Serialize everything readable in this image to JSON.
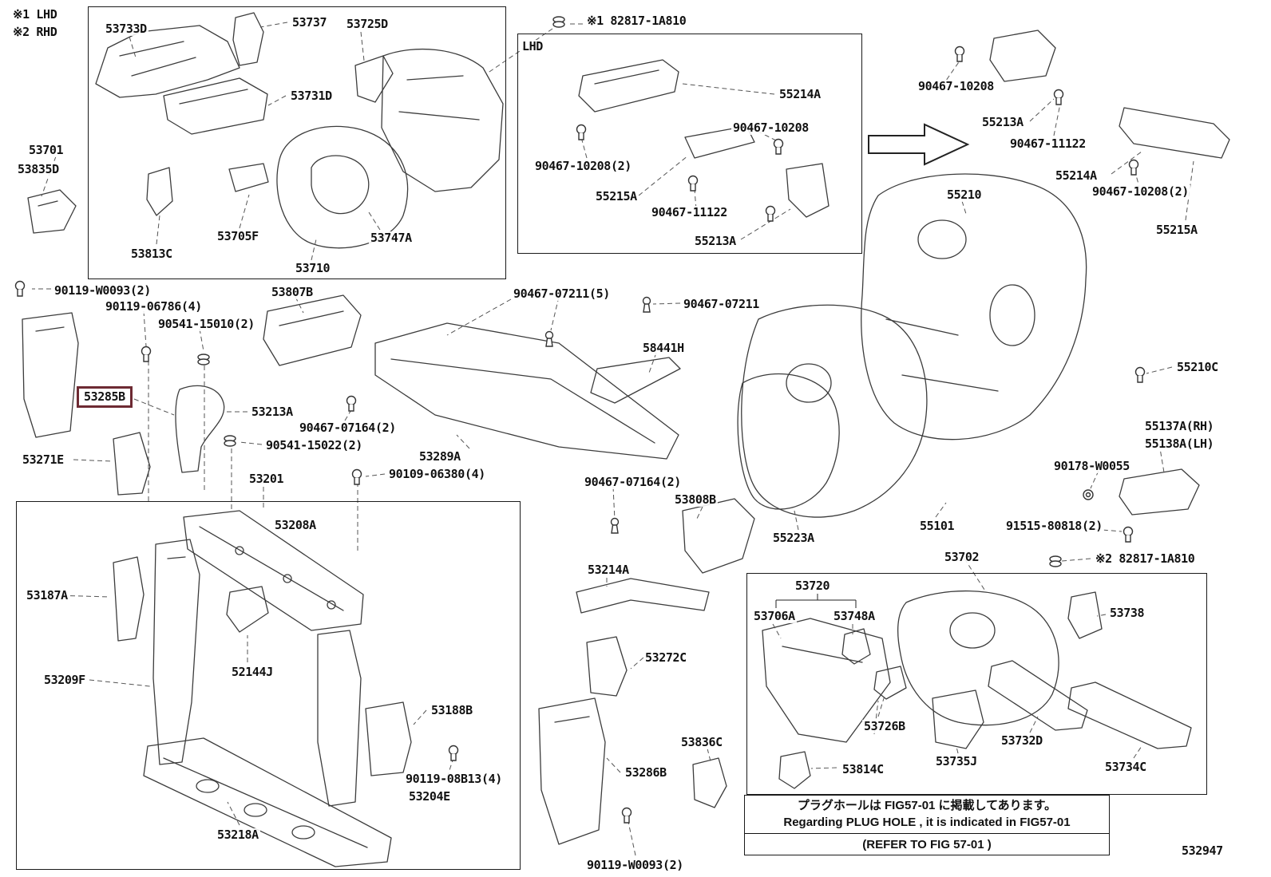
{
  "title": "Toyota front body panel parts diagram",
  "figure_number": "532947",
  "colors": {
    "highlight_border": "#6d2a33",
    "line": "#3c3c3c"
  },
  "note_box": {
    "jp": "プラグホールは FIG57-01 に掲載してあります。",
    "en": "Regarding PLUG HOLE , it is indicated in FIG57-01",
    "ref": "(REFER TO FIG 57-01 )"
  },
  "highlighted_part": "53285B",
  "labels": [
    {
      "text": "※1 LHD"
    },
    {
      "text": "※2 RHD"
    },
    {
      "text": "53733D"
    },
    {
      "text": "53737"
    },
    {
      "text": "53725D"
    },
    {
      "text": "53731D"
    },
    {
      "text": "53701"
    },
    {
      "text": "53835D"
    },
    {
      "text": "53813C"
    },
    {
      "text": "53705F"
    },
    {
      "text": "53747A"
    },
    {
      "text": "53710"
    },
    {
      "text": "※1 82817-1A810"
    },
    {
      "text": "LHD"
    },
    {
      "text": "90467-10208(2)"
    },
    {
      "text": "55214A"
    },
    {
      "text": "90467-10208"
    },
    {
      "text": "55215A"
    },
    {
      "text": "90467-11122"
    },
    {
      "text": "55213A"
    },
    {
      "text": "90467-10208"
    },
    {
      "text": "55213A"
    },
    {
      "text": "90467-11122"
    },
    {
      "text": "55214A"
    },
    {
      "text": "90467-10208(2)"
    },
    {
      "text": "55215A"
    },
    {
      "text": "55210"
    },
    {
      "text": "90119-W0093(2)"
    },
    {
      "text": "90119-06786(4)"
    },
    {
      "text": "90541-15010(2)"
    },
    {
      "text": "53807B"
    },
    {
      "text": "90467-07211(5)"
    },
    {
      "text": "90467-07211"
    },
    {
      "text": "58441H"
    },
    {
      "text": "53285B"
    },
    {
      "text": "53213A"
    },
    {
      "text": "90467-07164(2)"
    },
    {
      "text": "90541-15022(2)"
    },
    {
      "text": "53289A"
    },
    {
      "text": "53271E"
    },
    {
      "text": "53201"
    },
    {
      "text": "90109-06380(4)"
    },
    {
      "text": "53208A"
    },
    {
      "text": "90467-07164(2)"
    },
    {
      "text": "53808B"
    },
    {
      "text": "55223A"
    },
    {
      "text": "55101"
    },
    {
      "text": "55210C"
    },
    {
      "text": "55137A(RH)"
    },
    {
      "text": "55138A(LH)"
    },
    {
      "text": "90178-W0055"
    },
    {
      "text": "91515-80818(2)"
    },
    {
      "text": "53187A"
    },
    {
      "text": "53214A"
    },
    {
      "text": "53702"
    },
    {
      "text": "※2 82817-1A810"
    },
    {
      "text": "53720"
    },
    {
      "text": "53706A"
    },
    {
      "text": "53748A"
    },
    {
      "text": "53738"
    },
    {
      "text": "52144J"
    },
    {
      "text": "53209F"
    },
    {
      "text": "53272C"
    },
    {
      "text": "53188B"
    },
    {
      "text": "53726B"
    },
    {
      "text": "53732D"
    },
    {
      "text": "53735J"
    },
    {
      "text": "53734C"
    },
    {
      "text": "53814C"
    },
    {
      "text": "53836C"
    },
    {
      "text": "90119-08B13(4)"
    },
    {
      "text": "53204E"
    },
    {
      "text": "53286B"
    },
    {
      "text": "53218A"
    },
    {
      "text": "90119-W0093(2)"
    },
    {
      "text": "532947"
    }
  ]
}
